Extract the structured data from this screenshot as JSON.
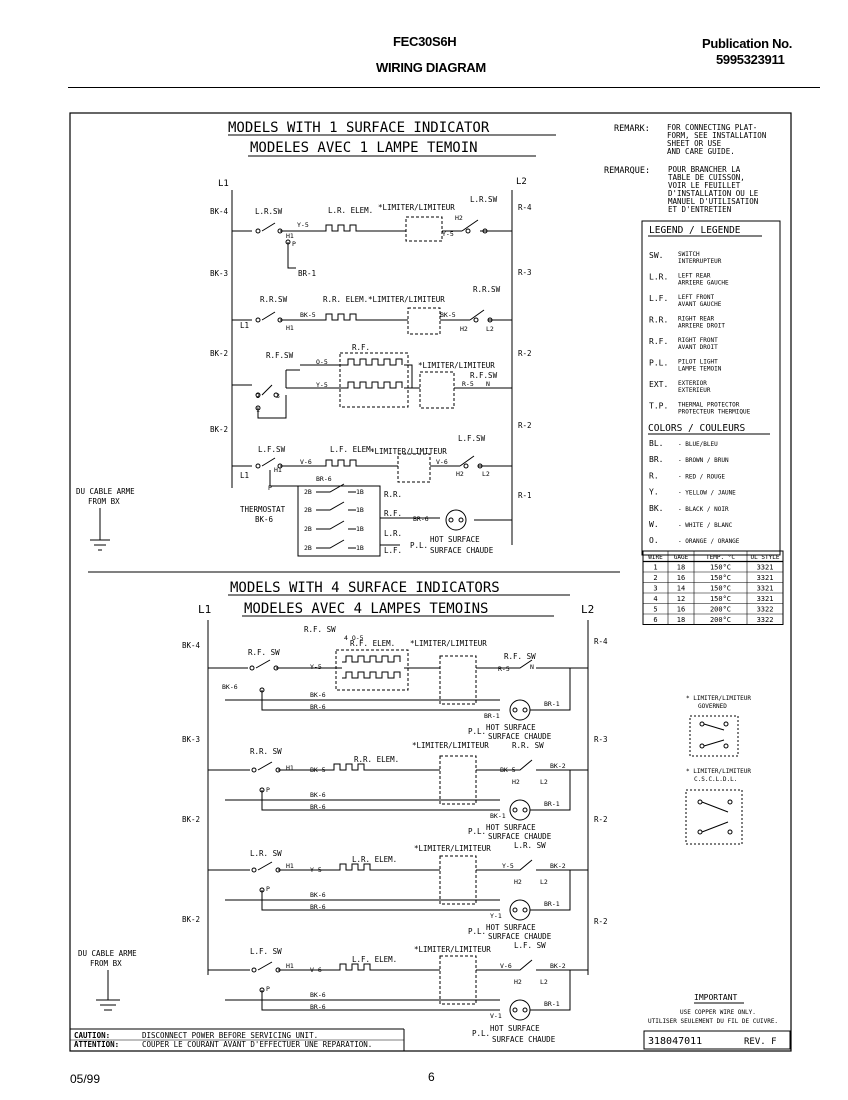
{
  "header": {
    "model": "FEC30S6H",
    "doc_title": "WIRING DIAGRAM",
    "pub_label": "Publication No.",
    "pub_number": "5995323911"
  },
  "top": {
    "title_en": "MODELS WITH 1 SURFACE INDICATOR",
    "title_fr": "MODELES AVEC 1 LAMPE TEMOIN",
    "L1": "L1",
    "L2": "L2",
    "lines_left": [
      "BK-4",
      "BK-3",
      "BK-2",
      "BK-2"
    ],
    "lines_right": [
      "R-4",
      "R-3",
      "R-2",
      "R-2",
      "R-1"
    ],
    "lr_sw": "L.R.SW",
    "rr_sw": "R.R.SW",
    "rf_sw": "R.F.SW",
    "lf_sw": "L.F.SW",
    "lr_elem": "L.R. ELEM.",
    "rr_elem": "R.R. ELEM.",
    "rf_label": "R.F.",
    "lf_elem": "L.F. ELEM.",
    "limiter": "*LIMITER/LIMITEUR",
    "lr_sw_r": "L.R.SW",
    "rr_sw_r": "R.R.SW",
    "rf_sw_r": "R.F.SW",
    "lf_sw_r": "L.F.SW",
    "thermostat": "THERMOSTAT",
    "thermostat_wire": "BK-6",
    "therm_rows": [
      "R.R.",
      "R.F.",
      "L.R.",
      "L.F."
    ],
    "hot_surface": "HOT SURFACE",
    "surface_chaude": "SURFACE CHAUDE",
    "pl": "P.L.",
    "du_cable": "DU CABLE ARME",
    "from_bx": "FROM BX"
  },
  "remark": {
    "label_en": "REMARK:",
    "text_en": [
      "FOR CONNECTING PLAT-",
      "FORM, SEE INSTALLATION",
      "SHEET OR USE",
      "AND CARE GUIDE."
    ],
    "label_fr": "REMARQUE:",
    "text_fr": [
      "POUR BRANCHER LA",
      "TABLE DE CUISSON,",
      "VOIR LE FEUILLET",
      "D'INSTALLATION OU LE",
      "MANUEL D'UTILISATION",
      "ET D'ENTRETIEN"
    ]
  },
  "legend": {
    "title": "LEGEND / LEGENDE",
    "items": [
      {
        "key": "SW.",
        "l1": "SWITCH",
        "l2": "INTERRUPTEUR"
      },
      {
        "key": "L.R.",
        "l1": "LEFT REAR",
        "l2": "ARRIERE GAUCHE"
      },
      {
        "key": "L.F.",
        "l1": "LEFT FRONT",
        "l2": "AVANT GAUCHE"
      },
      {
        "key": "R.R.",
        "l1": "RIGHT REAR",
        "l2": "ARRIERE DROIT"
      },
      {
        "key": "R.F.",
        "l1": "RIGHT FRONT",
        "l2": "AVANT DROIT"
      },
      {
        "key": "P.L.",
        "l1": "PILOT LIGHT",
        "l2": "LAMPE TEMOIN"
      },
      {
        "key": "EXT.",
        "l1": "EXTERIOR",
        "l2": "EXTERIEUR"
      },
      {
        "key": "T.P.",
        "l1": "THERMAL PROTECTOR",
        "l2": "PROTECTEUR THERMIQUE"
      }
    ],
    "colors_title": "COLORS / COULEURS",
    "colors": [
      {
        "key": "BL.",
        "text": "- BLUE/BLEU"
      },
      {
        "key": "BR.",
        "text": "- BROWN / BRUN"
      },
      {
        "key": "R.",
        "text": "- RED / ROUGE"
      },
      {
        "key": "Y.",
        "text": "- YELLOW / JAUNE"
      },
      {
        "key": "BK.",
        "text": "- BLACK / NOIR"
      },
      {
        "key": "W.",
        "text": "- WHITE / BLANC"
      },
      {
        "key": "O.",
        "text": "- ORANGE / ORANGE"
      }
    ]
  },
  "wire_table": {
    "headers": [
      "WIRE",
      "GAGE",
      "TEMP. °C",
      "UL STYLE"
    ],
    "rows": [
      [
        "1",
        "18",
        "150°C",
        "3321"
      ],
      [
        "2",
        "16",
        "150°C",
        "3321"
      ],
      [
        "3",
        "14",
        "150°C",
        "3321"
      ],
      [
        "4",
        "12",
        "150°C",
        "3321"
      ],
      [
        "5",
        "16",
        "200°C",
        "3322"
      ],
      [
        "6",
        "18",
        "200°C",
        "3322"
      ]
    ]
  },
  "bottom": {
    "title_en": "MODELS WITH 4 SURFACE INDICATORS",
    "title_fr": "MODELES AVEC 4 LAMPES TEMOINS",
    "L1": "L1",
    "L2": "L2",
    "lines_left": [
      "BK-4",
      "BK-3",
      "BK-2",
      "BK-2"
    ],
    "lines_right": [
      "R-4",
      "R-3",
      "R-2",
      "R-2"
    ],
    "rf_sw": "R.F. SW",
    "rr_sw": "R.R. SW",
    "lr_sw": "L.R. SW",
    "lf_sw": "L.F. SW",
    "rf_elem": "R.F. ELEM.",
    "rr_elem": "R.R. ELEM.",
    "lr_elem": "L.R. ELEM.",
    "lf_elem": "L.F. ELEM.",
    "limiter": "*LIMITER/LIMITEUR",
    "hot_surface": "HOT SURFACE",
    "surface_chaude": "SURFACE CHAUDE",
    "pl": "P.L.",
    "du_cable": "DU CABLE ARME",
    "from_bx": "FROM BX"
  },
  "limiter_notes": {
    "n1": "* LIMITER/LIMITEUR",
    "n1b": "GOVERNED",
    "n2": "* LIMITER/LIMITEUR",
    "n2b": "C.S.C.L.D.L."
  },
  "important": {
    "title": "IMPORTANT",
    "l1": "USE COPPER WIRE ONLY.",
    "l2": "UTILISER SEULEMENT DU FIL DE CUIVRE."
  },
  "caution": {
    "k1": "CAUTION:",
    "v1": "DISCONNECT POWER BEFORE SERVICING UNIT.",
    "k2": "ATTENTION:",
    "v2": "COUPER LE COURANT AVANT D'EFFECTUER UNE REPARATION."
  },
  "part": {
    "number": "318047011",
    "rev": "REV. F"
  },
  "footer": {
    "date": "05/99",
    "page": "6"
  }
}
